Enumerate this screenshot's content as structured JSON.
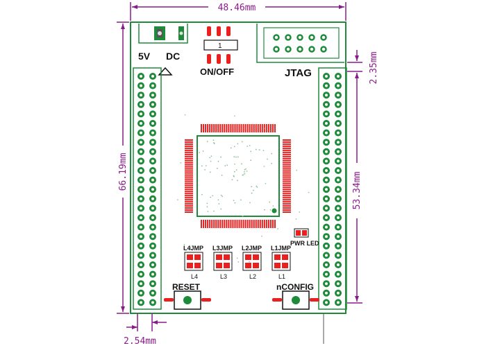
{
  "dimensions": {
    "width": "48.46mm",
    "height": "66.19mm",
    "header_length": "53.34mm",
    "offset": "2.35mm",
    "pitch": "2.54mm"
  },
  "labels": {
    "power_5v": "5V",
    "power_dc": "DC",
    "on_off": "ON/OFF",
    "switch_pin": "1",
    "jtag": "JTAG",
    "pwr_led": "PWR LED",
    "reset": "RESET",
    "nconfig": "nCONFIG"
  },
  "leds": [
    {
      "jmp": "L4JMP",
      "name": "L4"
    },
    {
      "jmp": "L3JMP",
      "name": "L3"
    },
    {
      "jmp": "L2JMP",
      "name": "L2"
    },
    {
      "jmp": "L1JMP",
      "name": "L1"
    }
  ],
  "headers": {
    "rows": 25,
    "columns": 2
  },
  "colors": {
    "dimension": "#8a1a8a",
    "pad_red": "#e8201f",
    "pad_green": "#1f8a3a",
    "silkscreen": "#111111"
  }
}
